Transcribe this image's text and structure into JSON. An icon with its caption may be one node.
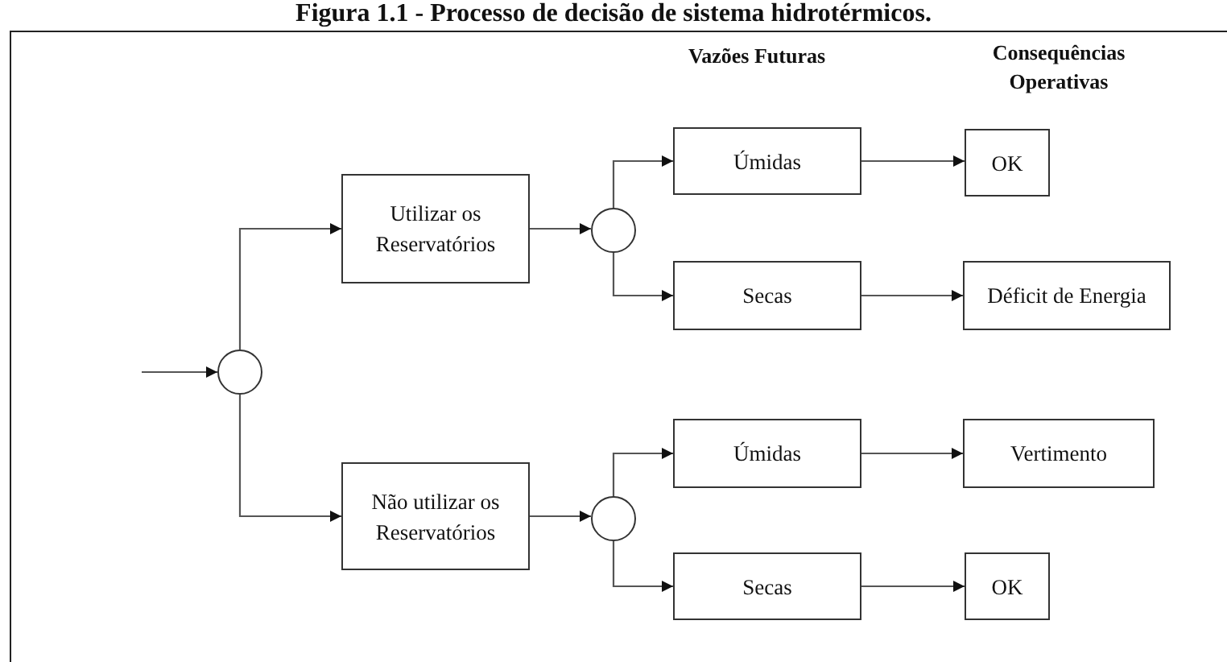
{
  "diagram": {
    "title": "Figura 1.1 - Processo de decisão de sistema hidrotérmicos.",
    "nodes": [
      {
        "text": [],
        "shape": "circle"
      },
      {
        "text": [
          "Utilizar os Reservatórios"
        ]
      },
      {
        "text": [
          "Não utilizar os Reservatórios"
        ]
      },
      {
        "text": [],
        "shape": "circle"
      },
      {
        "text": [
          "Úmidas"
        ]
      },
      {
        "text": [
          "Secas"
        ]
      },
      {
        "text": [
          "OK"
        ]
      },
      {
        "text": [
          "Déficit de Energia"
        ]
      },
      {
        "text": [],
        "shape": "circle"
      },
      {
        "text": [
          "Úmidas"
        ]
      },
      {
        "text": [
          "Secas"
        ]
      },
      {
        "text": [
          "Vertimento"
        ]
      },
      {
        "text": [
          "OK"
        ]
      }
    ],
    "edges": [
      {
        "from": null,
        "to": 0,
        "arrow": "to"
      },
      {
        "from": 0,
        "to": 1,
        "arrow": "to"
      },
      {
        "from": 0,
        "to": 2,
        "arrow": "to"
      },
      {
        "from": 1,
        "to": 3,
        "arrow": "to"
      },
      {
        "from": 3,
        "to": 4,
        "arrow": "to"
      },
      {
        "from": 3,
        "to": 5,
        "arrow": "to"
      },
      {
        "from": 4,
        "to": 6,
        "arrow": "to"
      },
      {
        "from": 5,
        "to": 7,
        "arrow": "to"
      },
      {
        "from": 2,
        "to": 8,
        "arrow": "to"
      },
      {
        "from": 8,
        "to": 9,
        "arrow": "to"
      },
      {
        "from": 8,
        "to": 10,
        "arrow": "to"
      },
      {
        "from": 9,
        "to": 11,
        "arrow": "to"
      },
      {
        "from": 10,
        "to": 12,
        "arrow": "to"
      }
    ],
    "labels": [
      "Vazões Futuras",
      "Consequências Operativas"
    ]
  }
}
